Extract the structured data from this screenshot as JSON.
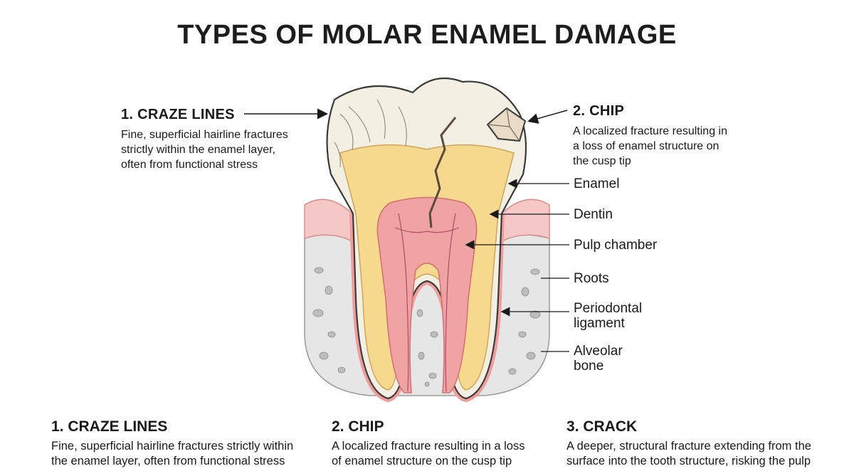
{
  "title": "TYPES OF MOLAR ENAMEL DAMAGE",
  "callouts": {
    "craze": {
      "heading": "1. CRAZE LINES",
      "lines": [
        "Fine, superficial hairline fractures",
        "strictly within the enamel layer,",
        "often from functional stress"
      ]
    },
    "chip": {
      "heading": "2. CHIP",
      "lines": [
        "A localized fracture resulting in",
        "a loss of enamel structure on",
        "the cusp tip"
      ]
    }
  },
  "parts": [
    {
      "id": "enamel",
      "lines": [
        "Enamel"
      ]
    },
    {
      "id": "dentin",
      "lines": [
        "Dentin"
      ]
    },
    {
      "id": "pulp",
      "lines": [
        "Pulp chamber"
      ]
    },
    {
      "id": "roots",
      "lines": [
        "Roots"
      ]
    },
    {
      "id": "ligament",
      "lines": [
        "Periodontal",
        "ligament"
      ]
    },
    {
      "id": "bone",
      "lines": [
        "Alveolar",
        "bone"
      ]
    }
  ],
  "bottom": [
    {
      "heading": "1. CRAZE LINES",
      "lines": [
        "Fine, superficial hairline fractures strictly within",
        "the enamel layer, often from functional stress"
      ]
    },
    {
      "heading": "2. CHIP",
      "lines": [
        "A localized fracture resulting in a loss",
        "of enamel structure on the cusp tip"
      ]
    },
    {
      "heading": "3. CRACK",
      "lines": [
        "A deeper, structural fracture  extending from the",
        "surface into the tooth structure, risking the pulp"
      ]
    }
  ],
  "colors": {
    "enamel": "#f3efe3",
    "dentin": "#f6d98f",
    "pulp": "#f0a3a3",
    "gum": "#f5c7c7",
    "bone": "#e6e6e6",
    "outline": "#3a3a3a"
  }
}
